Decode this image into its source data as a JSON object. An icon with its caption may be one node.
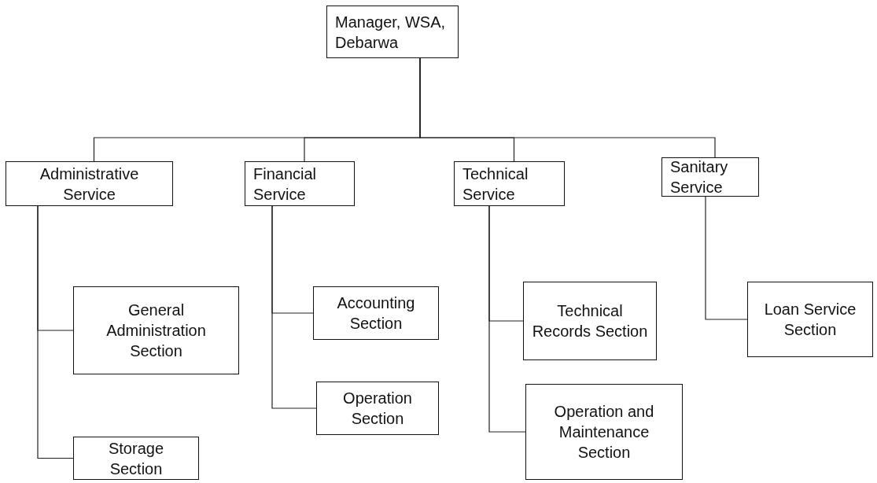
{
  "diagram": {
    "nodes": [
      {
        "text": [
          "Manager, WSA, Debarwa"
        ]
      },
      {
        "text": [
          "Administrative Service"
        ]
      },
      {
        "text": [
          "Financial Service"
        ]
      },
      {
        "text": [
          "Technical Service"
        ]
      },
      {
        "text": [
          "Sanitary Service"
        ]
      },
      {
        "text": [
          "General Administration Section"
        ]
      },
      {
        "text": [
          "Storage Section"
        ]
      },
      {
        "text": [
          "Accounting Section"
        ]
      },
      {
        "text": [
          "Operation Section"
        ]
      },
      {
        "text": [
          "Technical Records Section"
        ]
      },
      {
        "text": [
          "Operation and Maintenance Section"
        ]
      },
      {
        "text": [
          "Loan Service Section"
        ]
      }
    ],
    "edges": [
      {
        "from": 0,
        "to": 1,
        "arrow": "none"
      },
      {
        "from": 0,
        "to": 2,
        "arrow": "none"
      },
      {
        "from": 0,
        "to": 3,
        "arrow": "none"
      },
      {
        "from": 0,
        "to": 4,
        "arrow": "none"
      },
      {
        "from": 1,
        "to": 5,
        "arrow": "none"
      },
      {
        "from": 1,
        "to": 6,
        "arrow": "none"
      },
      {
        "from": 2,
        "to": 7,
        "arrow": "none"
      },
      {
        "from": 2,
        "to": 8,
        "arrow": "none"
      },
      {
        "from": 3,
        "to": 9,
        "arrow": "none"
      },
      {
        "from": 3,
        "to": 10,
        "arrow": "none"
      },
      {
        "from": 4,
        "to": 11,
        "arrow": "none"
      }
    ]
  }
}
